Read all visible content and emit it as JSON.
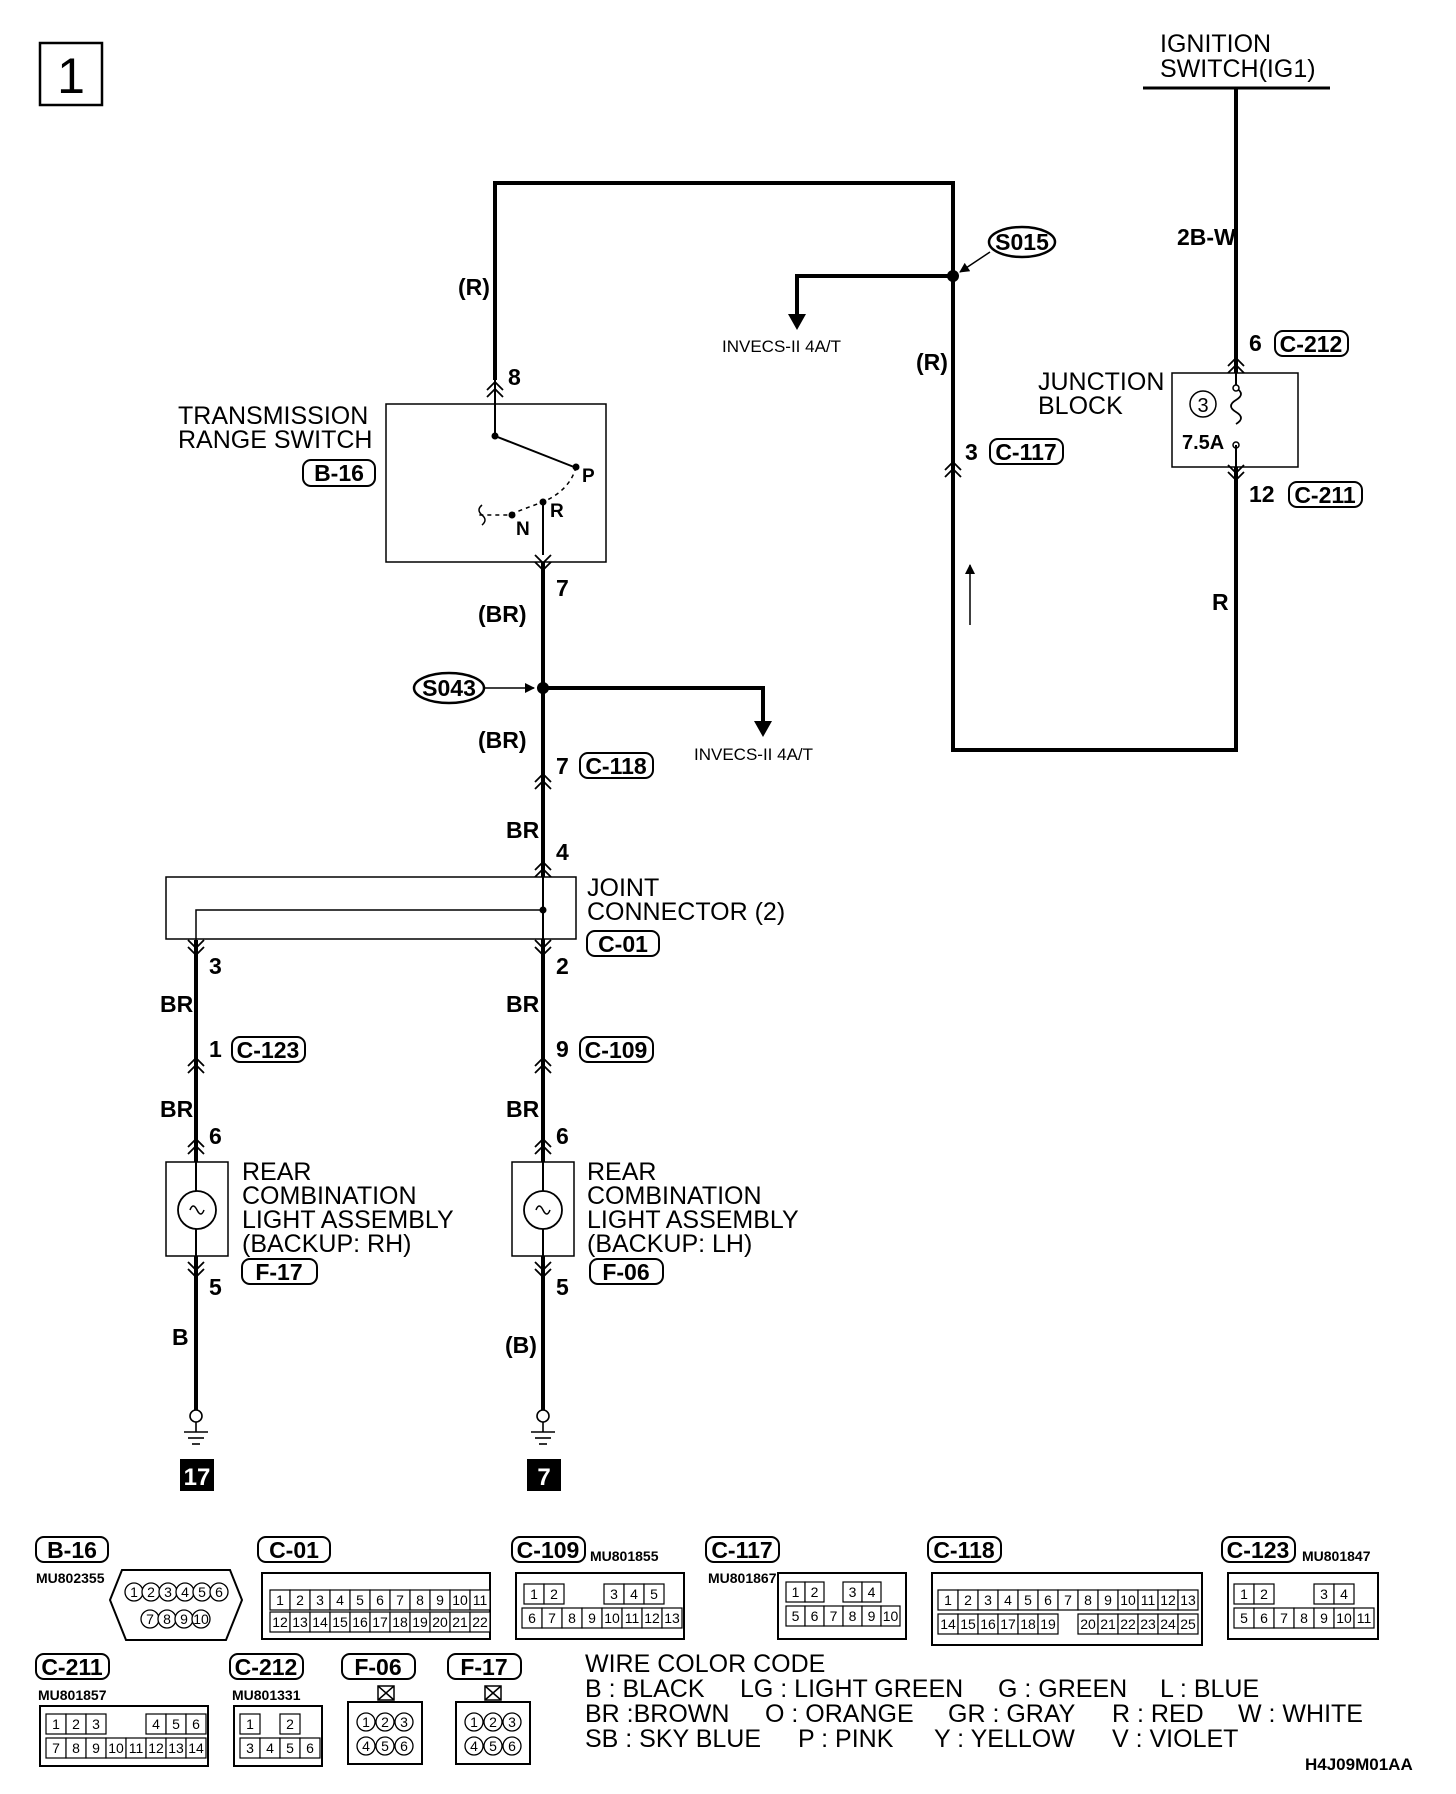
{
  "page_number": "1",
  "ignition": {
    "line1": "IGNITION",
    "line2": "SWITCH(IG1)"
  },
  "wires": {
    "r_top_left": "(R)",
    "r_mid": "(R)",
    "w_2bw": "2B-W",
    "r_right": "R",
    "br_7": "(BR)",
    "br_s043": "(BR)",
    "br_c118": "BR",
    "br_left_1": "BR",
    "br_right_1": "BR",
    "br_left_2": "BR",
    "br_right_2": "BR",
    "b_left": "B",
    "b_right": "(B)"
  },
  "splices": {
    "s015": "S015",
    "s043": "S043"
  },
  "invecs": {
    "top": "INVECS-II 4A/T",
    "mid": "INVECS-II 4A/T"
  },
  "trs": {
    "line1": "TRANSMISSION",
    "line2": "RANGE SWITCH",
    "conn": "B-16",
    "p": "P",
    "r": "R",
    "n": "N"
  },
  "junction_block": {
    "line1": "JUNCTION",
    "line2": "BLOCK",
    "fuse_no": "3",
    "fuse": "7.5A"
  },
  "pins": {
    "p8": "8",
    "p3_c117": "3",
    "p6_c212": "6",
    "p12_c211": "12",
    "p7_trs": "7",
    "p7_c118": "7",
    "p4": "4",
    "p3_jc": "3",
    "p2_jc": "2",
    "p1_c123": "1",
    "p9_c109": "9",
    "p6_l": "6",
    "p6_r": "6",
    "p5_l": "5",
    "p5_r": "5"
  },
  "conn_labels": {
    "c117": "C-117",
    "c212": "C-212",
    "c211": "C-211",
    "c118": "C-118",
    "c01": "C-01",
    "c123": "C-123",
    "c109": "C-109",
    "f17": "F-17",
    "f06": "F-06"
  },
  "joint_connector": {
    "line1": "JOINT",
    "line2": "CONNECTOR (2)"
  },
  "rear_rh": {
    "line1": "REAR",
    "line2": "COMBINATION",
    "line3": "LIGHT ASSEMBLY",
    "line4": "(BACKUP: RH)"
  },
  "rear_lh": {
    "line1": "REAR",
    "line2": "COMBINATION",
    "line3": "LIGHT ASSEMBLY",
    "line4": "(BACKUP: LH)"
  },
  "grounds": {
    "left": "17",
    "right": "7"
  },
  "connectors": {
    "b16": {
      "name": "B-16",
      "part": "MU802355",
      "row1": [
        "1",
        "2",
        "3",
        "4",
        "5",
        "6"
      ],
      "row2": [
        "7",
        "8",
        "9",
        "10"
      ]
    },
    "c01": {
      "name": "C-01",
      "row1": [
        "1",
        "2",
        "3",
        "4",
        "5",
        "6",
        "7",
        "8",
        "9",
        "10",
        "11"
      ],
      "row2": [
        "12",
        "13",
        "14",
        "15",
        "16",
        "17",
        "18",
        "19",
        "20",
        "21",
        "22"
      ]
    },
    "c109": {
      "name": "C-109",
      "part": "MU801855",
      "row1": [
        "1",
        "2",
        "",
        "",
        "3",
        "4",
        "5"
      ],
      "row2": [
        "6",
        "7",
        "8",
        "9",
        "10",
        "11",
        "12",
        "13"
      ]
    },
    "c117": {
      "name": "C-117",
      "part": "MU801867",
      "row1": [
        "1",
        "2",
        "",
        "3",
        "4"
      ],
      "row2": [
        "5",
        "6",
        "7",
        "8",
        "9",
        "10"
      ]
    },
    "c118": {
      "name": "C-118",
      "row1": [
        "1",
        "2",
        "3",
        "4",
        "5",
        "6",
        "7",
        "8",
        "9",
        "10",
        "11",
        "12",
        "13"
      ],
      "row2": [
        "14",
        "15",
        "16",
        "17",
        "18",
        "19",
        "",
        "20",
        "21",
        "22",
        "23",
        "24",
        "25"
      ]
    },
    "c123": {
      "name": "C-123",
      "part": "MU801847",
      "row1": [
        "1",
        "2",
        "",
        "",
        "3",
        "4"
      ],
      "row2": [
        "5",
        "6",
        "7",
        "8",
        "9",
        "10",
        "11"
      ]
    },
    "c211": {
      "name": "C-211",
      "part": "MU801857",
      "row1": [
        "1",
        "2",
        "3",
        "",
        "",
        "4",
        "5",
        "6"
      ],
      "row2": [
        "7",
        "8",
        "9",
        "10",
        "11",
        "12",
        "13",
        "14"
      ]
    },
    "c212": {
      "name": "C-212",
      "part": "MU801331",
      "row1": [
        "1",
        "",
        "2"
      ],
      "row2": [
        "3",
        "4",
        "5",
        "6"
      ]
    },
    "f06": {
      "name": "F-06",
      "row1": [
        "1",
        "2",
        "3"
      ],
      "row2": [
        "4",
        "5",
        "6"
      ]
    },
    "f17": {
      "name": "F-17",
      "row1": [
        "1",
        "2",
        "3"
      ],
      "row2": [
        "4",
        "5",
        "6"
      ]
    }
  },
  "color_code": {
    "title": "WIRE COLOR CODE",
    "row1": [
      "B : BLACK",
      "LG : LIGHT GREEN",
      "G : GREEN",
      "L : BLUE"
    ],
    "row2": [
      "BR :BROWN",
      "O : ORANGE",
      "GR : GRAY",
      "R : RED",
      "W : WHITE"
    ],
    "row3": [
      "SB : SKY BLUE",
      "P : PINK",
      "Y : YELLOW",
      "V : VIOLET"
    ]
  },
  "figure_code": "H4J09M01AA"
}
